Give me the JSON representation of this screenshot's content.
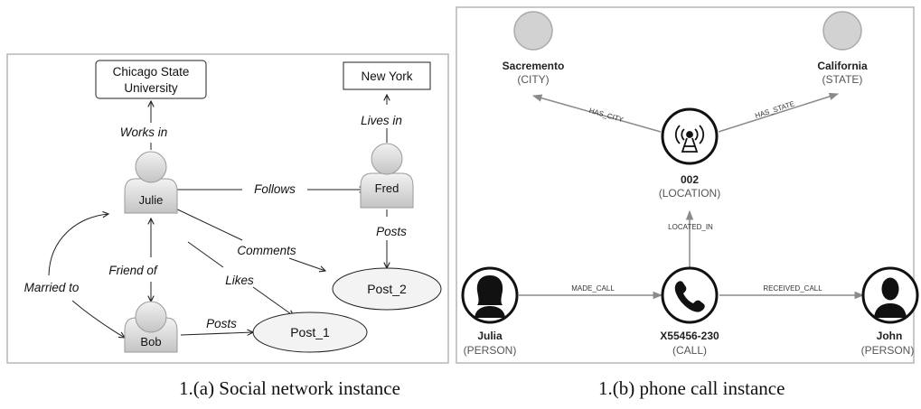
{
  "panel_a": {
    "nodes": {
      "chicago": [
        "Chicago State",
        "University"
      ],
      "newyork": "New York",
      "julie": "Julie",
      "fred": "Fred",
      "bob": "Bob",
      "post1": "Post_1",
      "post2": "Post_2"
    },
    "edges": {
      "works_in": "Works in",
      "lives_in": "Lives in",
      "follows": "Follows",
      "posts_fred": "Posts",
      "comments": "Comments",
      "likes": "Likes",
      "friend_of": "Friend of",
      "married_to": "Married to",
      "posts_bob": "Posts"
    }
  },
  "panel_b": {
    "nodes": {
      "sacremento": {
        "name": "Sacremento",
        "type": "(CITY)"
      },
      "california": {
        "name": "California",
        "type": "(STATE)"
      },
      "location": {
        "name": "002",
        "type": "(LOCATION)"
      },
      "julia": {
        "name": "Julia",
        "type": "(PERSON)"
      },
      "call": {
        "name": "X55456-230",
        "type": "(CALL)"
      },
      "john": {
        "name": "John",
        "type": "(PERSON)"
      }
    },
    "edges": {
      "has_city": "HAS_CITY",
      "has_state": "HAS_STATE",
      "located_in": "LOCATED_IN",
      "made_call": "MADE_CALL",
      "received_call": "RECEIVED_CALL"
    }
  },
  "captions": {
    "a": "1.(a) Social network instance",
    "b": "1.(b) phone call instance"
  }
}
